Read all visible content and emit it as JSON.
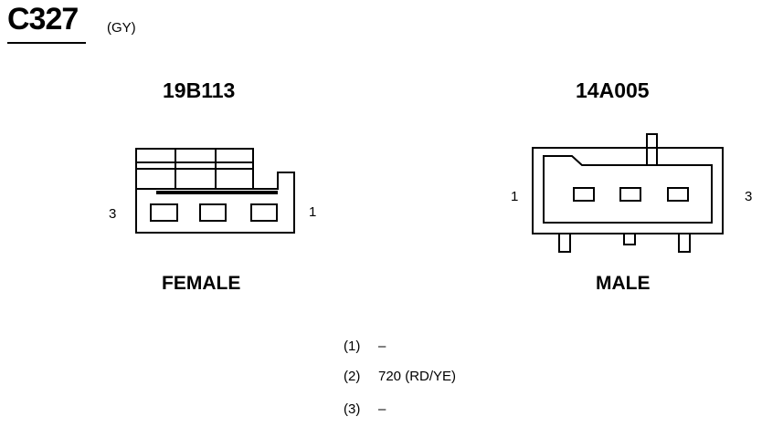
{
  "connector": {
    "id": "C327",
    "color_code": "(GY)"
  },
  "views": [
    {
      "part_number": "19B113",
      "gender": "FEMALE",
      "pin_left": "3",
      "pin_right": "1"
    },
    {
      "part_number": "14A005",
      "gender": "MALE",
      "pin_left": "1",
      "pin_right": "3"
    }
  ],
  "circuits": [
    {
      "pin": "(1)",
      "value": "–"
    },
    {
      "pin": "(2)",
      "value": "720 (RD/YE)"
    },
    {
      "pin": "(3)",
      "value": "–"
    }
  ]
}
